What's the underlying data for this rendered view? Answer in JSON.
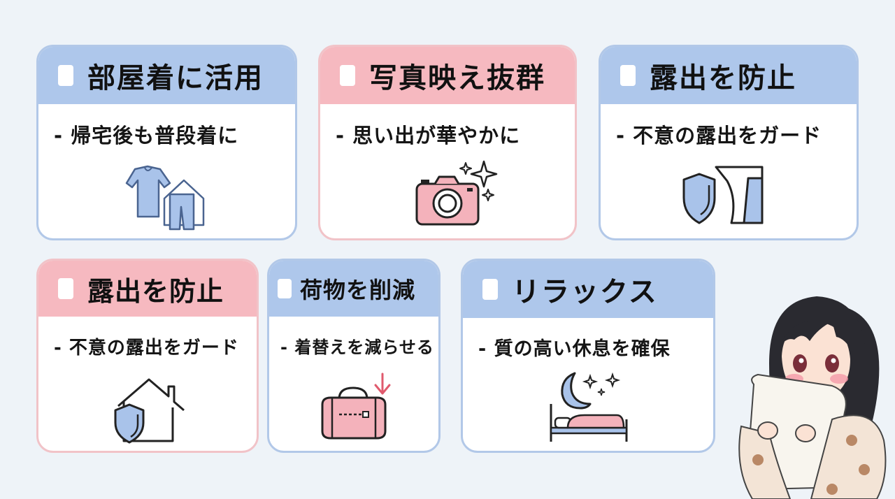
{
  "cards": [
    {
      "title": "部屋着に活用",
      "desc": "- 帰宅後も普段着に",
      "icon": "loungewear-house-icon",
      "color": "#aec7eb"
    },
    {
      "title": "写真映え抜群",
      "desc": "- 思い出が華やかに",
      "icon": "camera-sparkle-icon",
      "color": "#f6b9c0"
    },
    {
      "title": "露出を防止",
      "desc": "- 不意の露出をガード",
      "icon": "shield-garment-icon",
      "color": "#aec7eb"
    },
    {
      "title": "露出を防止",
      "desc": "- 不意の露出をガード",
      "icon": "house-shield-icon",
      "color": "#f6b9c0"
    },
    {
      "title": "荷物を削減",
      "desc": "- 着替えを減らせる",
      "icon": "bag-arrow-icon",
      "color": "#aec7eb"
    },
    {
      "title": "リラックス",
      "desc": "- 質の高い休息を確保",
      "icon": "moon-bed-icon",
      "color": "#aec7eb"
    }
  ],
  "character": {
    "icon": "girl-hugging-pillow-illustration"
  }
}
